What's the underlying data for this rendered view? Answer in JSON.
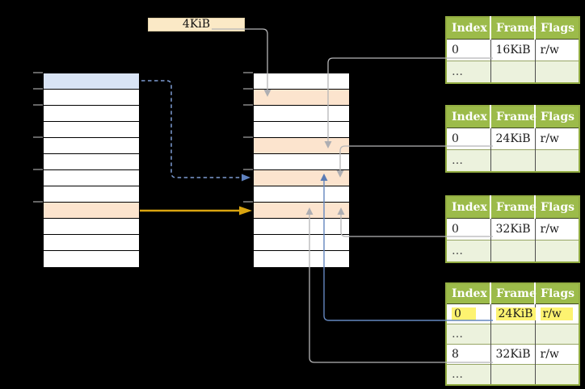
{
  "size_label": {
    "text": "4KiB"
  },
  "memory": {
    "left_column_cells": [
      "blue",
      "white",
      "white",
      "white",
      "white",
      "white",
      "white",
      "white",
      "orange",
      "white",
      "white",
      "white"
    ],
    "right_column_cells": [
      "white",
      "orange",
      "white",
      "white",
      "orange",
      "white",
      "orange",
      "white",
      "orange",
      "white",
      "white",
      "white"
    ]
  },
  "tables": [
    {
      "headers": [
        "Index",
        "Frame",
        "Flags"
      ],
      "rows": [
        [
          "0",
          "16KiB",
          "r/w"
        ],
        [
          "…",
          "",
          ""
        ]
      ],
      "highlight_row": null
    },
    {
      "headers": [
        "Index",
        "Frame",
        "Flags"
      ],
      "rows": [
        [
          "0",
          "24KiB",
          "r/w"
        ],
        [
          "…",
          "",
          ""
        ]
      ],
      "highlight_row": null
    },
    {
      "headers": [
        "Index",
        "Frame",
        "Flags"
      ],
      "rows": [
        [
          "0",
          "32KiB",
          "r/w"
        ],
        [
          "…",
          "",
          ""
        ]
      ],
      "highlight_row": null
    },
    {
      "headers": [
        "Index",
        "Frame",
        "Flags"
      ],
      "rows": [
        [
          "0",
          "24KiB",
          "r/w"
        ],
        [
          "…",
          "",
          ""
        ],
        [
          "8",
          "32KiB",
          "r/w"
        ],
        [
          "…",
          "",
          ""
        ]
      ],
      "highlight_row": 0
    }
  ],
  "connections": [
    {
      "from": "size-label-4KiB",
      "to": "physical-frame-row-2",
      "style": "gray-arrow"
    },
    {
      "from": "table-1-entry-0",
      "to": "physical-frame-row-5",
      "style": "gray-arrow"
    },
    {
      "from": "table-2-entry-0",
      "to": "physical-frame-row-7",
      "style": "gray-arrow"
    },
    {
      "from": "table-3-entry-0",
      "to": "physical-frame-row-9",
      "style": "gray-arrow"
    },
    {
      "from": "table-4-entry-0",
      "to": "physical-frame-row-7",
      "style": "blue-arrow"
    },
    {
      "from": "table-4-entry-8",
      "to": "physical-frame-row-9",
      "style": "gray-arrow"
    },
    {
      "from": "virtual-row-1",
      "to": "physical-frame-row-7",
      "style": "blue-dashed-arrow"
    },
    {
      "from": "virtual-row-9",
      "to": "physical-frame-row-9",
      "style": "gold-arrow"
    }
  ],
  "colors": {
    "background": "#000000",
    "cell_white": "#ffffff",
    "cell_blue": "#d9e4f5",
    "cell_orange": "#fce4ce",
    "label_box_bg": "#fbe9c6",
    "table_header_bg": "#9cbb4a",
    "table_header_text": "#ffffff",
    "table_row_alt_bg": "#ecf2dd",
    "table_border": "#93ad42",
    "highlight_yellow": "#fdf370",
    "arrow_gray": "#b5b5b7",
    "arrow_gold": "#d9a410",
    "arrow_blue": "#6487bf",
    "arrow_blue_dashed": "#7d9cd3",
    "tick_gray": "#8f8f8f"
  }
}
